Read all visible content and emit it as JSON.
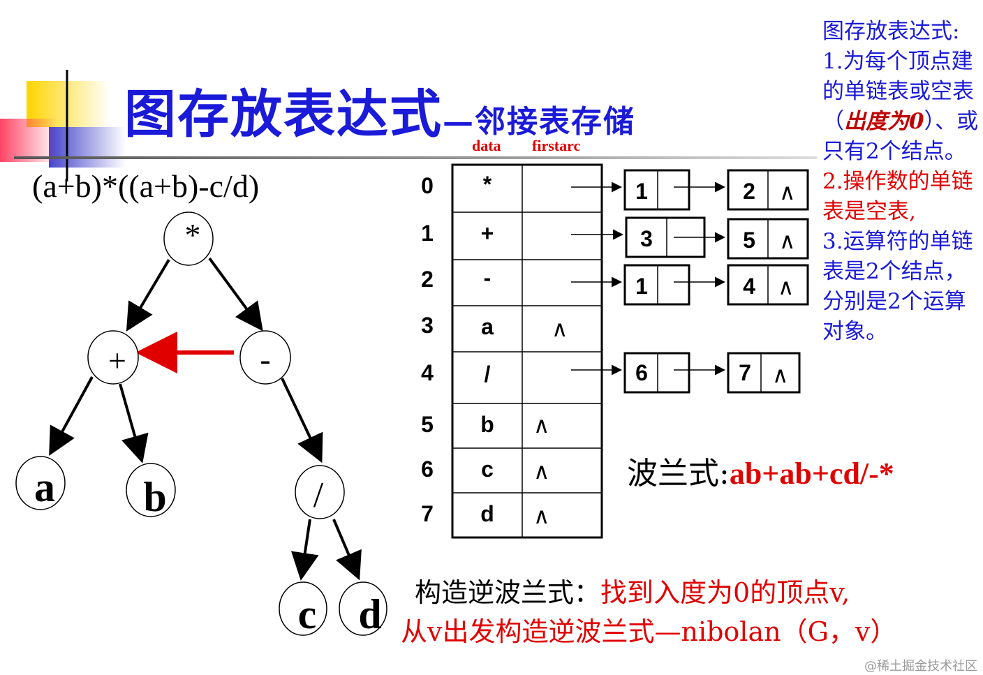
{
  "title": {
    "main": "图存放表达式",
    "dash": "—",
    "sub": "邻接表存储"
  },
  "expression": "(a+b)*((a+b)-c/d)",
  "tree": {
    "nodes": [
      "*",
      "+",
      "-",
      "a",
      "b",
      "/",
      "c",
      "d"
    ]
  },
  "table": {
    "headers": {
      "data": "data",
      "firstarc": "firstarc"
    },
    "rows": [
      {
        "index": "0",
        "data": "*",
        "firstarc": ""
      },
      {
        "index": "1",
        "data": "+",
        "firstarc": ""
      },
      {
        "index": "2",
        "data": "-",
        "firstarc": ""
      },
      {
        "index": "3",
        "data": "a",
        "firstarc": "∧"
      },
      {
        "index": "4",
        "data": "/",
        "firstarc": ""
      },
      {
        "index": "5",
        "data": "b",
        "firstarc": "∧"
      },
      {
        "index": "6",
        "data": "c",
        "firstarc": "∧"
      },
      {
        "index": "7",
        "data": "d",
        "firstarc": "∧"
      }
    ]
  },
  "lists": [
    {
      "first": "1",
      "second": "2",
      "null": "∧"
    },
    {
      "first": "3",
      "second": "5",
      "null": "∧"
    },
    {
      "first": "1",
      "second": "4",
      "null": "∧"
    },
    {
      "first": "6",
      "second": "7",
      "null": "∧"
    }
  ],
  "notes": {
    "heading": "图存放表达式:",
    "p1a": "1.为每个顶点建的单链表或空表（",
    "p1b": "出度为0",
    "p1c": "）、或只有2个结点。",
    "p2": "2.操作数的单链表是空表,",
    "p3": "3.运算符的单链表是2个结点，分别是2个运算对象。"
  },
  "polish": {
    "label": "波兰式:",
    "value": "ab+ab+cd/-*"
  },
  "reverse": {
    "line1a": "构造逆波兰式：",
    "line1b": "找到入度为0的顶点v,",
    "line2": "从v出发构造逆波兰式—nibolan（G，v）"
  },
  "watermark": "@稀土掘金技术社区",
  "colors": {
    "blue": "#1a1ad8",
    "red": "#e00000",
    "yellow": "#ffd400",
    "indigo": "#4444cc"
  }
}
